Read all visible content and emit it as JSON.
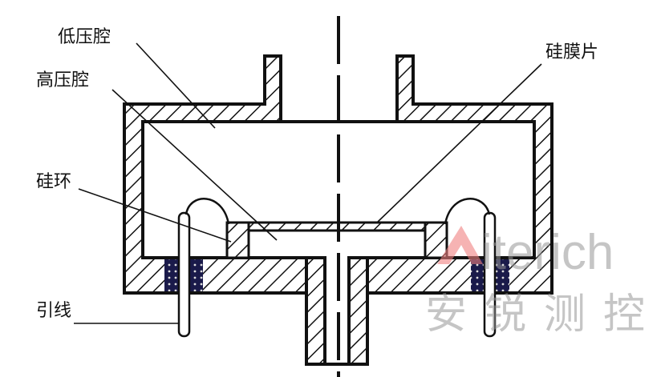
{
  "labels": {
    "low_pressure_chamber": "低压腔",
    "high_pressure_chamber": "高压腔",
    "silicon_ring": "硅环",
    "lead_wire": "引线",
    "silicon_diaphragm": "硅膜片"
  },
  "watermark": {
    "latin": "iterich",
    "chinese": "安锐测控"
  },
  "colors": {
    "line": "#111111",
    "seal": "#1a1a4a",
    "watermark_red": "#f08080",
    "watermark_gray": "#969696"
  }
}
